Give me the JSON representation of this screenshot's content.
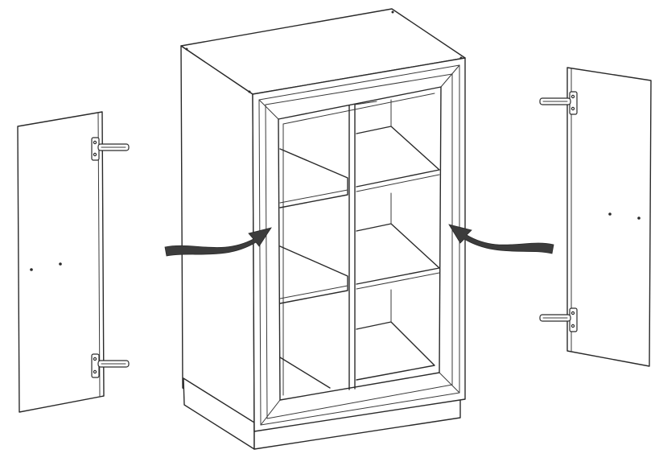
{
  "figure": {
    "kind": "assembly-illustration",
    "subject": "cabinet",
    "line_color": "#2a2a2a",
    "background_color": "#ffffff",
    "components": [
      {
        "id": "left-door",
        "hinges": 2,
        "screw_holes": 2
      },
      {
        "id": "cabinet-body",
        "shelf_compartments": 6,
        "columns": 2,
        "rows": 3
      },
      {
        "id": "right-door",
        "hinges": 2,
        "screw_holes": 2
      }
    ],
    "arrows": [
      {
        "id": "left-arrow",
        "direction": "toward-cabinet"
      },
      {
        "id": "right-arrow",
        "direction": "toward-cabinet"
      }
    ]
  }
}
